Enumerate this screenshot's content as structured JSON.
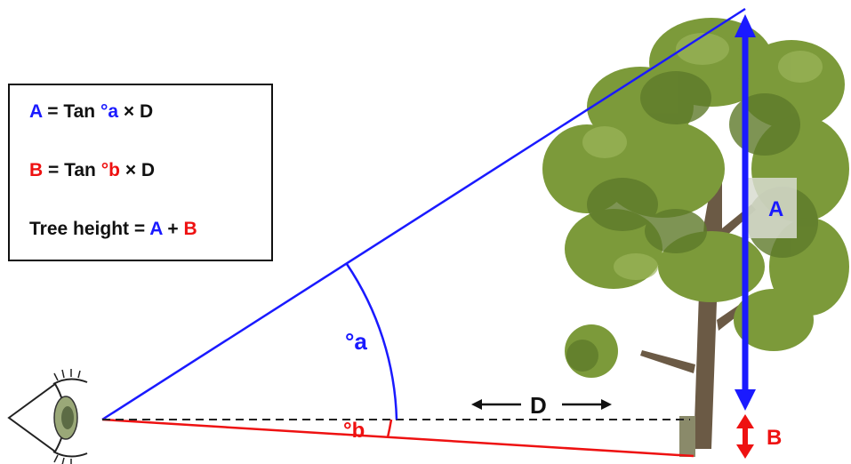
{
  "formulas": {
    "line1": {
      "var": "A",
      "eq": "= Tan",
      "angle": "°a",
      "rest": "× D"
    },
    "line2": {
      "var": "B",
      "eq": "= Tan",
      "angle": "°b",
      "rest": "× D"
    },
    "line3": {
      "prefix": "Tree height =",
      "a": "A",
      "plus": "+",
      "b": "B"
    }
  },
  "labels": {
    "angle_a": "°a",
    "angle_b": "°b",
    "distance": "D",
    "height_a": "A",
    "height_b": "B"
  },
  "colors": {
    "blue": "#1a1aff",
    "red": "#ee1111",
    "black": "#111111",
    "tree_green": "#6f8f2f"
  },
  "icons": [
    "eye-icon",
    "tree-icon",
    "arrow-icon"
  ]
}
